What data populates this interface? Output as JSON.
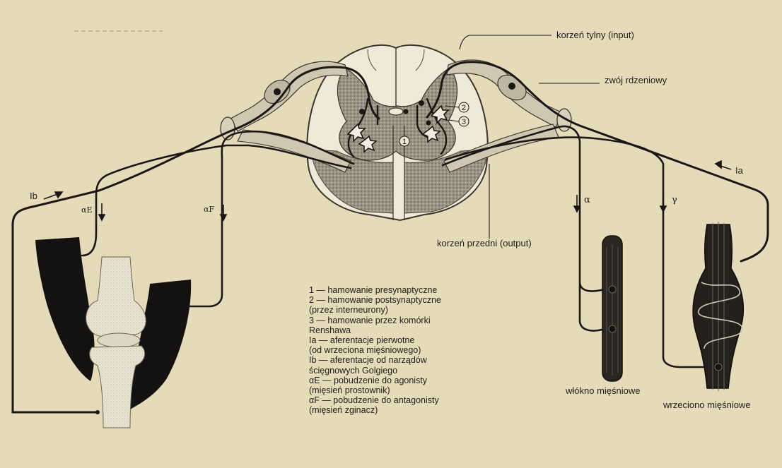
{
  "labels": {
    "dorsal_root": "korzeń tylny (input)",
    "spinal_ganglion": "zwój rdzeniowy",
    "ventral_root": "korzeń przedni (output)",
    "muscle_fiber": "włókno mięśniowe",
    "muscle_spindle": "wrzeciono mięśniowe"
  },
  "fiber_labels": {
    "ib": "Ib",
    "ia": "Ia",
    "alpha_e": "αE",
    "alpha_f": "αF",
    "alpha": "α",
    "gamma": "γ"
  },
  "numbers": {
    "n1": "1",
    "n2": "2",
    "n3": "3"
  },
  "legend": [
    "1 — hamowanie presynaptyczne",
    "2 — hamowanie postsynaptyczne",
    "(przez interneurony)",
    "3 — hamowanie przez komórki",
    "Renshawa",
    "Ia — aferentacje pierwotne",
    "(od wrzeciona mięśniowego)",
    "Ib — aferentacje od narządów",
    "ścięgnowych Golgiego",
    "αE — pobudzenie do agonisty",
    "(mięsień prostownik)",
    "αF — pobudzenie do antagonisty",
    "(mięsień zginacz)"
  ],
  "colors": {
    "paper": "#e6dbb9",
    "ink": "#1e1a16",
    "grey_matter": "#8f8878",
    "muscle_black": "#141210"
  }
}
